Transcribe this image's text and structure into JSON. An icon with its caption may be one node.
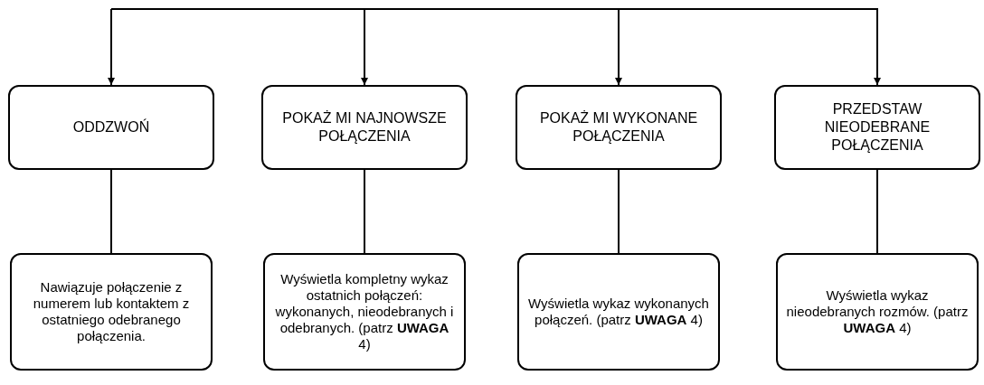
{
  "diagram": {
    "nodes": [
      {
        "text": [
          "ODDZWOŃ"
        ]
      },
      {
        "text": [
          "POKAŻ MI NAJNOWSZE POŁĄCZENIA"
        ]
      },
      {
        "text": [
          "POKAŻ MI WYKONANE POŁĄCZENIA"
        ]
      },
      {
        "text": [
          "PRZEDSTAW NIEODEBRANE POŁĄCZENIA"
        ]
      },
      {
        "text": [
          "Nawiązuje połączenie z numerem lub kontaktem z ostatniego odebranego połączenia."
        ]
      },
      {
        "text": [
          "Wyświetla kompletny wykaz ostatnich połączeń: wykonanych, nieodebranych i odebranych. (patrz **UWAGA** 4)"
        ]
      },
      {
        "text": [
          "Wyświetla wykaz wykonanych połączeń. (patrz **UWAGA** 4)"
        ]
      },
      {
        "text": [
          "Wyświetla wykaz nieodebranych rozmów. (patrz **UWAGA** 4)"
        ]
      }
    ],
    "edges": [
      {
        "from": null,
        "to": 0,
        "arrow": "to"
      },
      {
        "from": null,
        "to": 1,
        "arrow": "to"
      },
      {
        "from": null,
        "to": 2,
        "arrow": "to"
      },
      {
        "from": null,
        "to": 3,
        "arrow": "to"
      },
      {
        "from": 0,
        "to": 4,
        "arrow": "none"
      },
      {
        "from": 1,
        "to": 5,
        "arrow": "none"
      },
      {
        "from": 2,
        "to": 6,
        "arrow": "none"
      },
      {
        "from": 3,
        "to": 7,
        "arrow": "none"
      }
    ]
  }
}
